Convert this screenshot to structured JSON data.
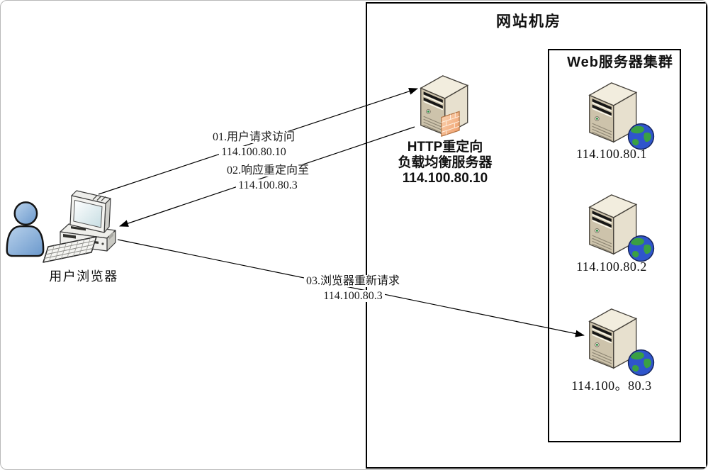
{
  "machine_room": {
    "title": "网站机房"
  },
  "cluster": {
    "title": "Web服务器集群"
  },
  "user": {
    "label": "用户浏览器"
  },
  "load_balancer": {
    "role": "HTTP重定向",
    "name": "负载均衡服务器",
    "ip": "114.100.80.10"
  },
  "web_servers": [
    {
      "ip": "114.100.80.1"
    },
    {
      "ip": "114.100.80.2"
    },
    {
      "ip": "114.100。80.3"
    }
  ],
  "flows": [
    {
      "step": "01.用户请求访问",
      "target": "114.100.80.10"
    },
    {
      "step": "02.响应重定向至",
      "target": "114.100.80.3"
    },
    {
      "step": "03.浏览器重新请求",
      "target": "114.100.80.3"
    }
  ],
  "icons": {
    "user": "person-icon",
    "browser": "desktop-computer-icon",
    "load_balancer": "server-firewall-icon",
    "web_server": "server-globe-icon"
  },
  "colors": {
    "line": "#000000",
    "box_border": "#000000",
    "srv_front": "#cdc3ab",
    "srv_side": "#e7e0ce",
    "srv_top": "#f2edde",
    "globe_ocean": "#2f55cc",
    "globe_land": "#3aa043",
    "firewall": "#f3a87d",
    "person": "#7ba7d8",
    "computer_body": "#efefec",
    "screen": "#dcebee",
    "text": "#111111"
  }
}
